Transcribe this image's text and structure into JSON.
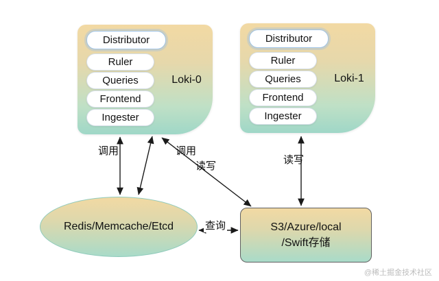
{
  "nodes": {
    "loki0": {
      "title": "Loki-0",
      "distributor": "Distributor",
      "components": [
        "Ruler",
        "Queries",
        "Frontend",
        "Ingester"
      ]
    },
    "loki1": {
      "title": "Loki-1",
      "distributor": "Distributor",
      "components": [
        "Ruler",
        "Queries",
        "Frontend",
        "Ingester"
      ]
    },
    "cache": {
      "label": "Redis/Memcache/Etcd"
    },
    "storage": {
      "line1": "S3/Azure/local",
      "line2": "/Swift存储"
    }
  },
  "edges": {
    "call_left": "调用",
    "call_right": "调用",
    "readwrite_left": "读写",
    "readwrite_right": "读写",
    "query": "查询"
  },
  "watermark": "@稀土掘金技术社区",
  "colors": {
    "arrow": "#1a1a1a",
    "node_gradient_top": "#f2d9a3",
    "node_gradient_bottom": "#9fd7c7"
  }
}
